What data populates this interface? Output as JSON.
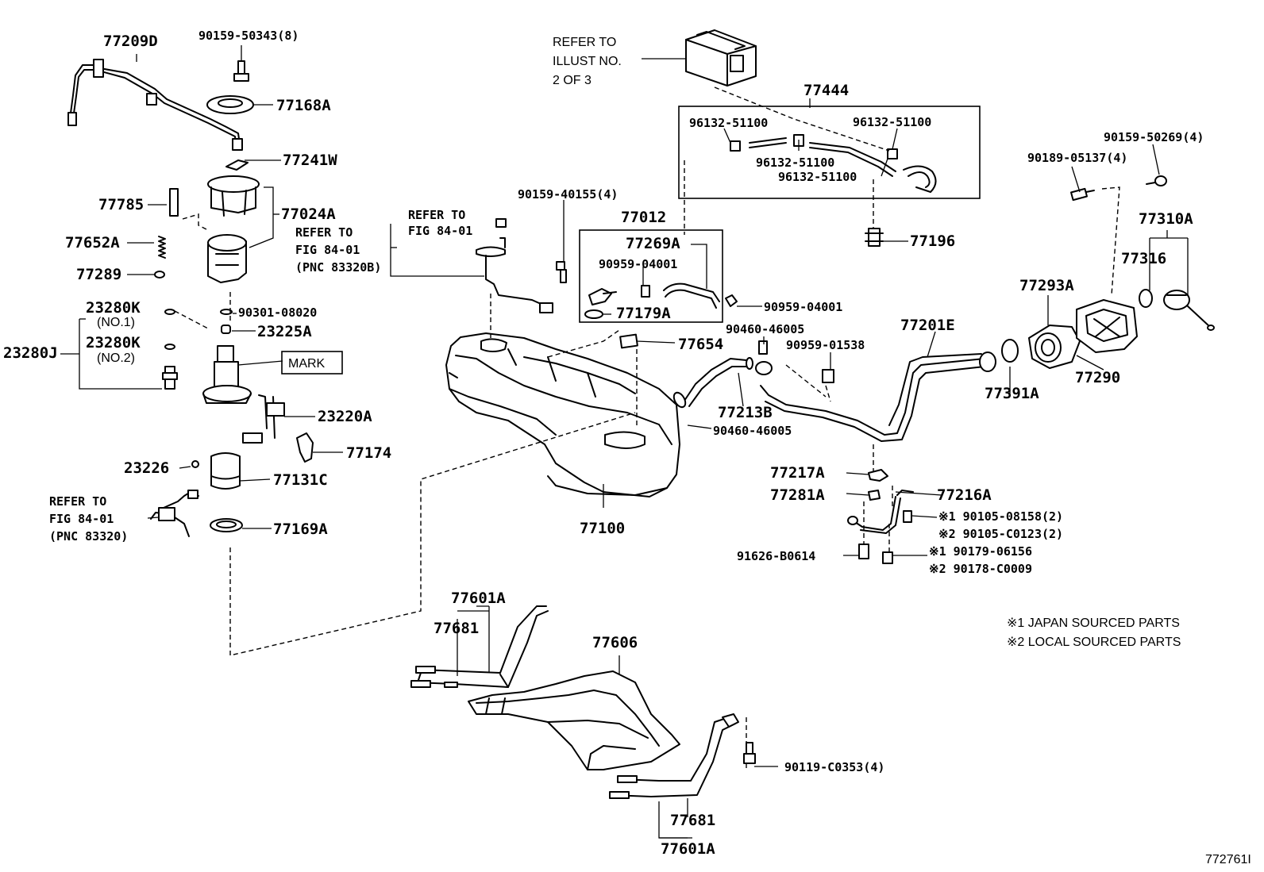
{
  "diagram_id": "772761I",
  "labels": {
    "p77209D": "77209D",
    "p90159_50343": "90159-50343(8)",
    "p77168A": "77168A",
    "p77241W": "77241W",
    "p77785": "77785",
    "p77024A": "77024A",
    "p77652A": "77652A",
    "p77289": "77289",
    "p23280K_1": "23280K",
    "no1": "(NO.1)",
    "p90301_08020": "90301-08020",
    "p23225A": "23225A",
    "p23280J": "23280J",
    "p23280K_2": "23280K",
    "no2": "(NO.2)",
    "mark": "MARK",
    "p23220A": "23220A",
    "p77174": "77174",
    "p23226": "23226",
    "p77131C": "77131C",
    "p77169A": "77169A",
    "p90159_40155": "90159-40155(4)",
    "p77012": "77012",
    "p77269A": "77269A",
    "p90959_04001_a": "90959-04001",
    "p77179A": "77179A",
    "p77654": "77654",
    "p77100": "77100",
    "p77444": "77444",
    "p96132_a": "96132-51100",
    "p96132_b": "96132-51100",
    "p96132_c": "96132-51100",
    "p96132_d": "96132-51100",
    "p77196": "77196",
    "p90959_04001_b": "90959-04001",
    "p90460_46005_a": "90460-46005",
    "p90959_01538": "90959-01538",
    "p77213B": "77213B",
    "p90460_46005_b": "90460-46005",
    "p77201E": "77201E",
    "p90159_50269": "90159-50269(4)",
    "p90189_05137": "90189-05137(4)",
    "p77310A": "77310A",
    "p77316": "77316",
    "p77293A": "77293A",
    "p77391A": "77391A",
    "p77290": "77290",
    "p77217A": "77217A",
    "p77216A": "77216A",
    "p77281A": "77281A",
    "p90105_08158": "※1 90105-08158(2)",
    "p90105_C0123": "※2 90105-C0123(2)",
    "p91626_B0614": "91626-B0614",
    "p90179_06156": "※1 90179-06156",
    "p90178_C0009": "※2 90178-C0009",
    "p77601A_a": "77601A",
    "p77681_a": "77681",
    "p77606": "77606",
    "p90119_C0353": "90119-C0353(4)",
    "p77681_b": "77681",
    "p77601A_b": "77601A"
  },
  "references": {
    "top": [
      "REFER TO",
      "ILLUST NO.",
      "2 OF 3"
    ],
    "fig_a": [
      "REFER TO",
      "FIG 84-01",
      "(PNC 83320B)"
    ],
    "fig_b": [
      "REFER TO",
      "FIG 84-01",
      "(PNC 83320)"
    ]
  },
  "notes": [
    "※1 JAPAN SOURCED PARTS",
    "※2 LOCAL SOURCED PARTS"
  ]
}
